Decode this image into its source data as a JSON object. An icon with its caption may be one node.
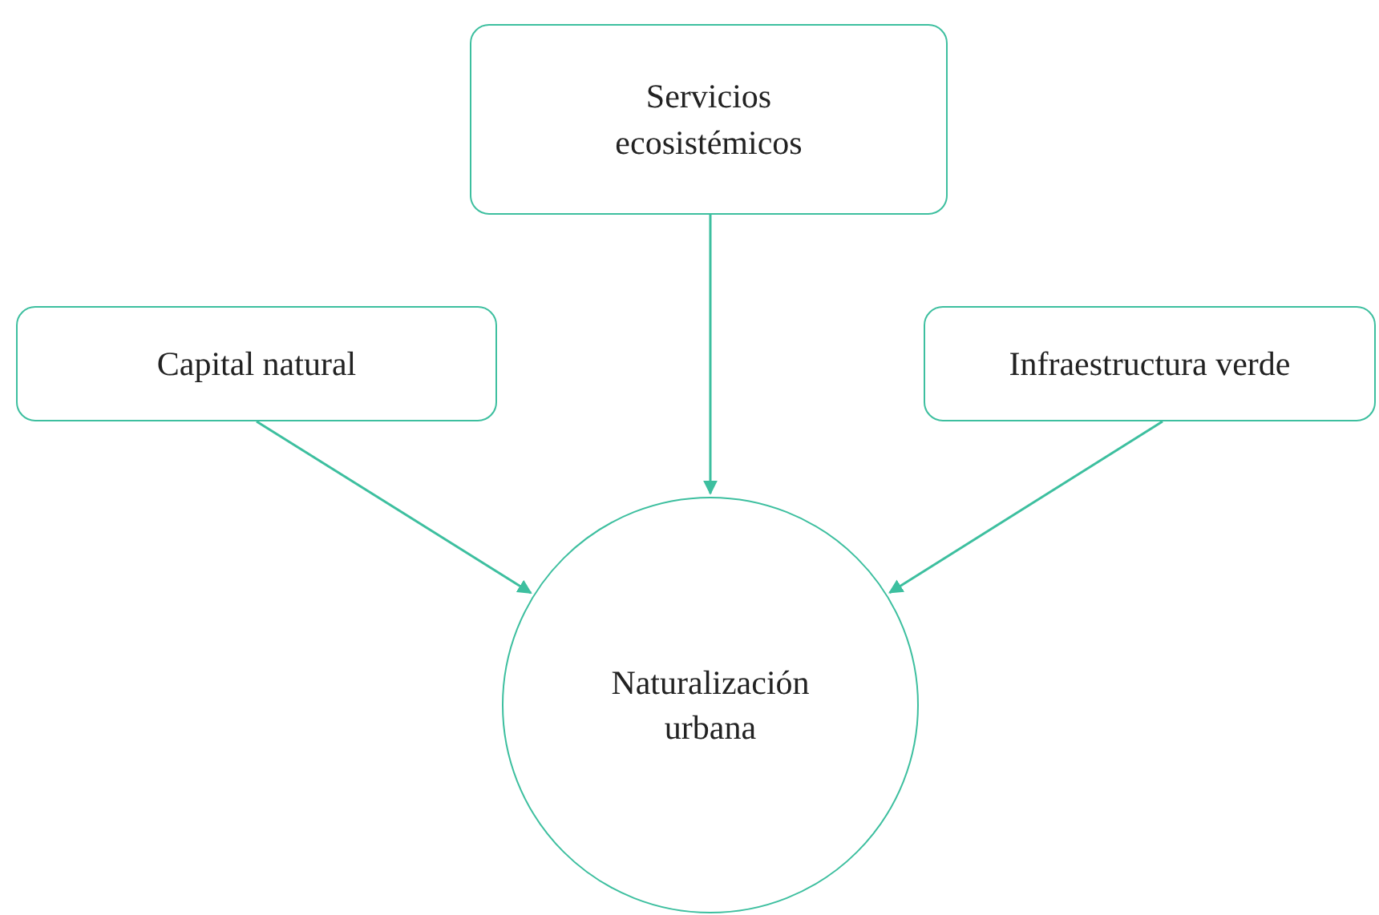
{
  "diagram": {
    "nodes": [
      {
        "text": [
          "Servicios ecosistémicos"
        ]
      },
      {
        "text": [
          "Capital natural"
        ]
      },
      {
        "text": [
          "Infraestructura verde"
        ]
      },
      {
        "text": [
          "Naturalización urbana"
        ]
      }
    ],
    "edges": [
      {
        "from": 1,
        "to": 3,
        "arrow": "to"
      },
      {
        "from": 0,
        "to": 3,
        "arrow": "to"
      },
      {
        "from": 2,
        "to": 3,
        "arrow": "to"
      }
    ]
  }
}
